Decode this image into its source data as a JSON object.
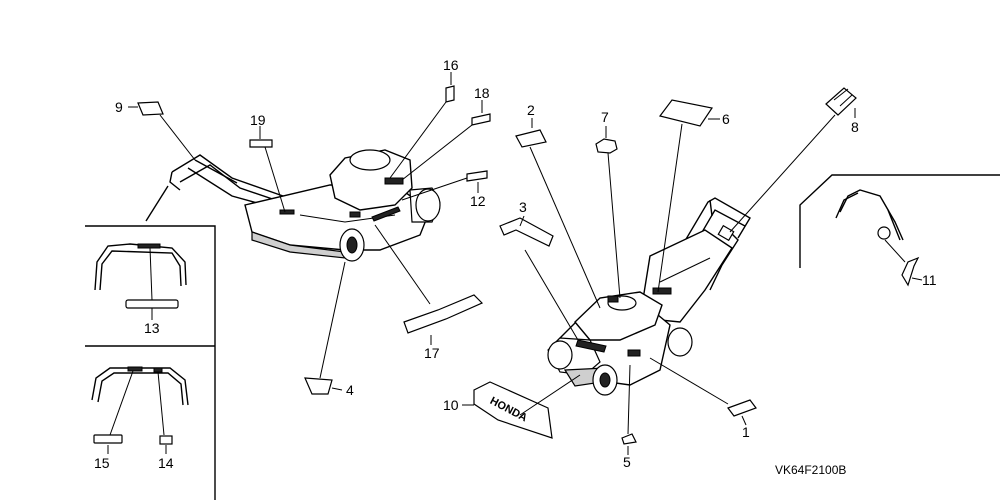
{
  "diagram": {
    "drawing_code": "VK64F2100B",
    "callouts": [
      {
        "id": "c1",
        "label": "1"
      },
      {
        "id": "c2",
        "label": "2"
      },
      {
        "id": "c3",
        "label": "3"
      },
      {
        "id": "c4",
        "label": "4"
      },
      {
        "id": "c5",
        "label": "5"
      },
      {
        "id": "c6",
        "label": "6"
      },
      {
        "id": "c7",
        "label": "7"
      },
      {
        "id": "c8",
        "label": "8"
      },
      {
        "id": "c9",
        "label": "9"
      },
      {
        "id": "c10",
        "label": "10"
      },
      {
        "id": "c11",
        "label": "11"
      },
      {
        "id": "c12",
        "label": "12"
      },
      {
        "id": "c13",
        "label": "13"
      },
      {
        "id": "c14",
        "label": "14"
      },
      {
        "id": "c15",
        "label": "15"
      },
      {
        "id": "c16",
        "label": "16"
      },
      {
        "id": "c17",
        "label": "17"
      },
      {
        "id": "c18",
        "label": "18"
      },
      {
        "id": "c19",
        "label": "19"
      }
    ],
    "logo_text": "HONDA"
  }
}
